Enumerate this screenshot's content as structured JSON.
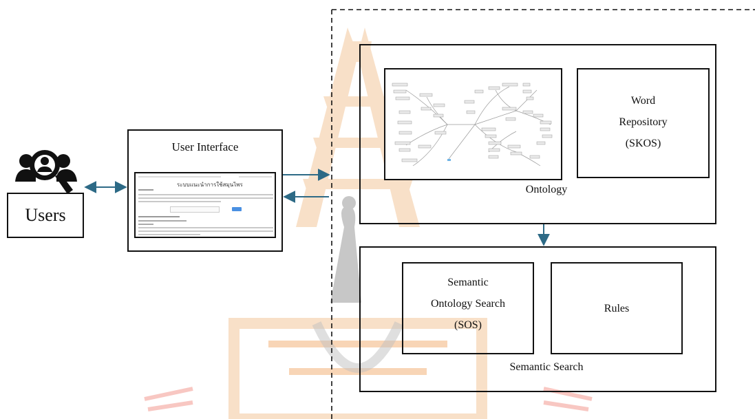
{
  "users": {
    "label": "Users",
    "icon": "users-search-icon"
  },
  "user_interface": {
    "title": "User Interface",
    "screen_heading": "ระบบแนะนำการใช้สมุนไพร"
  },
  "ontology": {
    "label": "Ontology"
  },
  "word_repository": {
    "line1": "Word",
    "line2": "Repository",
    "line3": "(SKOS)"
  },
  "semantic_search": {
    "label": "Semantic Search"
  },
  "sos": {
    "line1": "Semantic",
    "line2": "Ontology Search",
    "line3": "(SOS)"
  },
  "rules": {
    "label": "Rules"
  },
  "colors": {
    "arrow": "#2d6a86",
    "border": "#111111",
    "watermark_orange": "#f3b27a",
    "watermark_red": "#f29a90",
    "watermark_gray": "#8c8c8c"
  }
}
